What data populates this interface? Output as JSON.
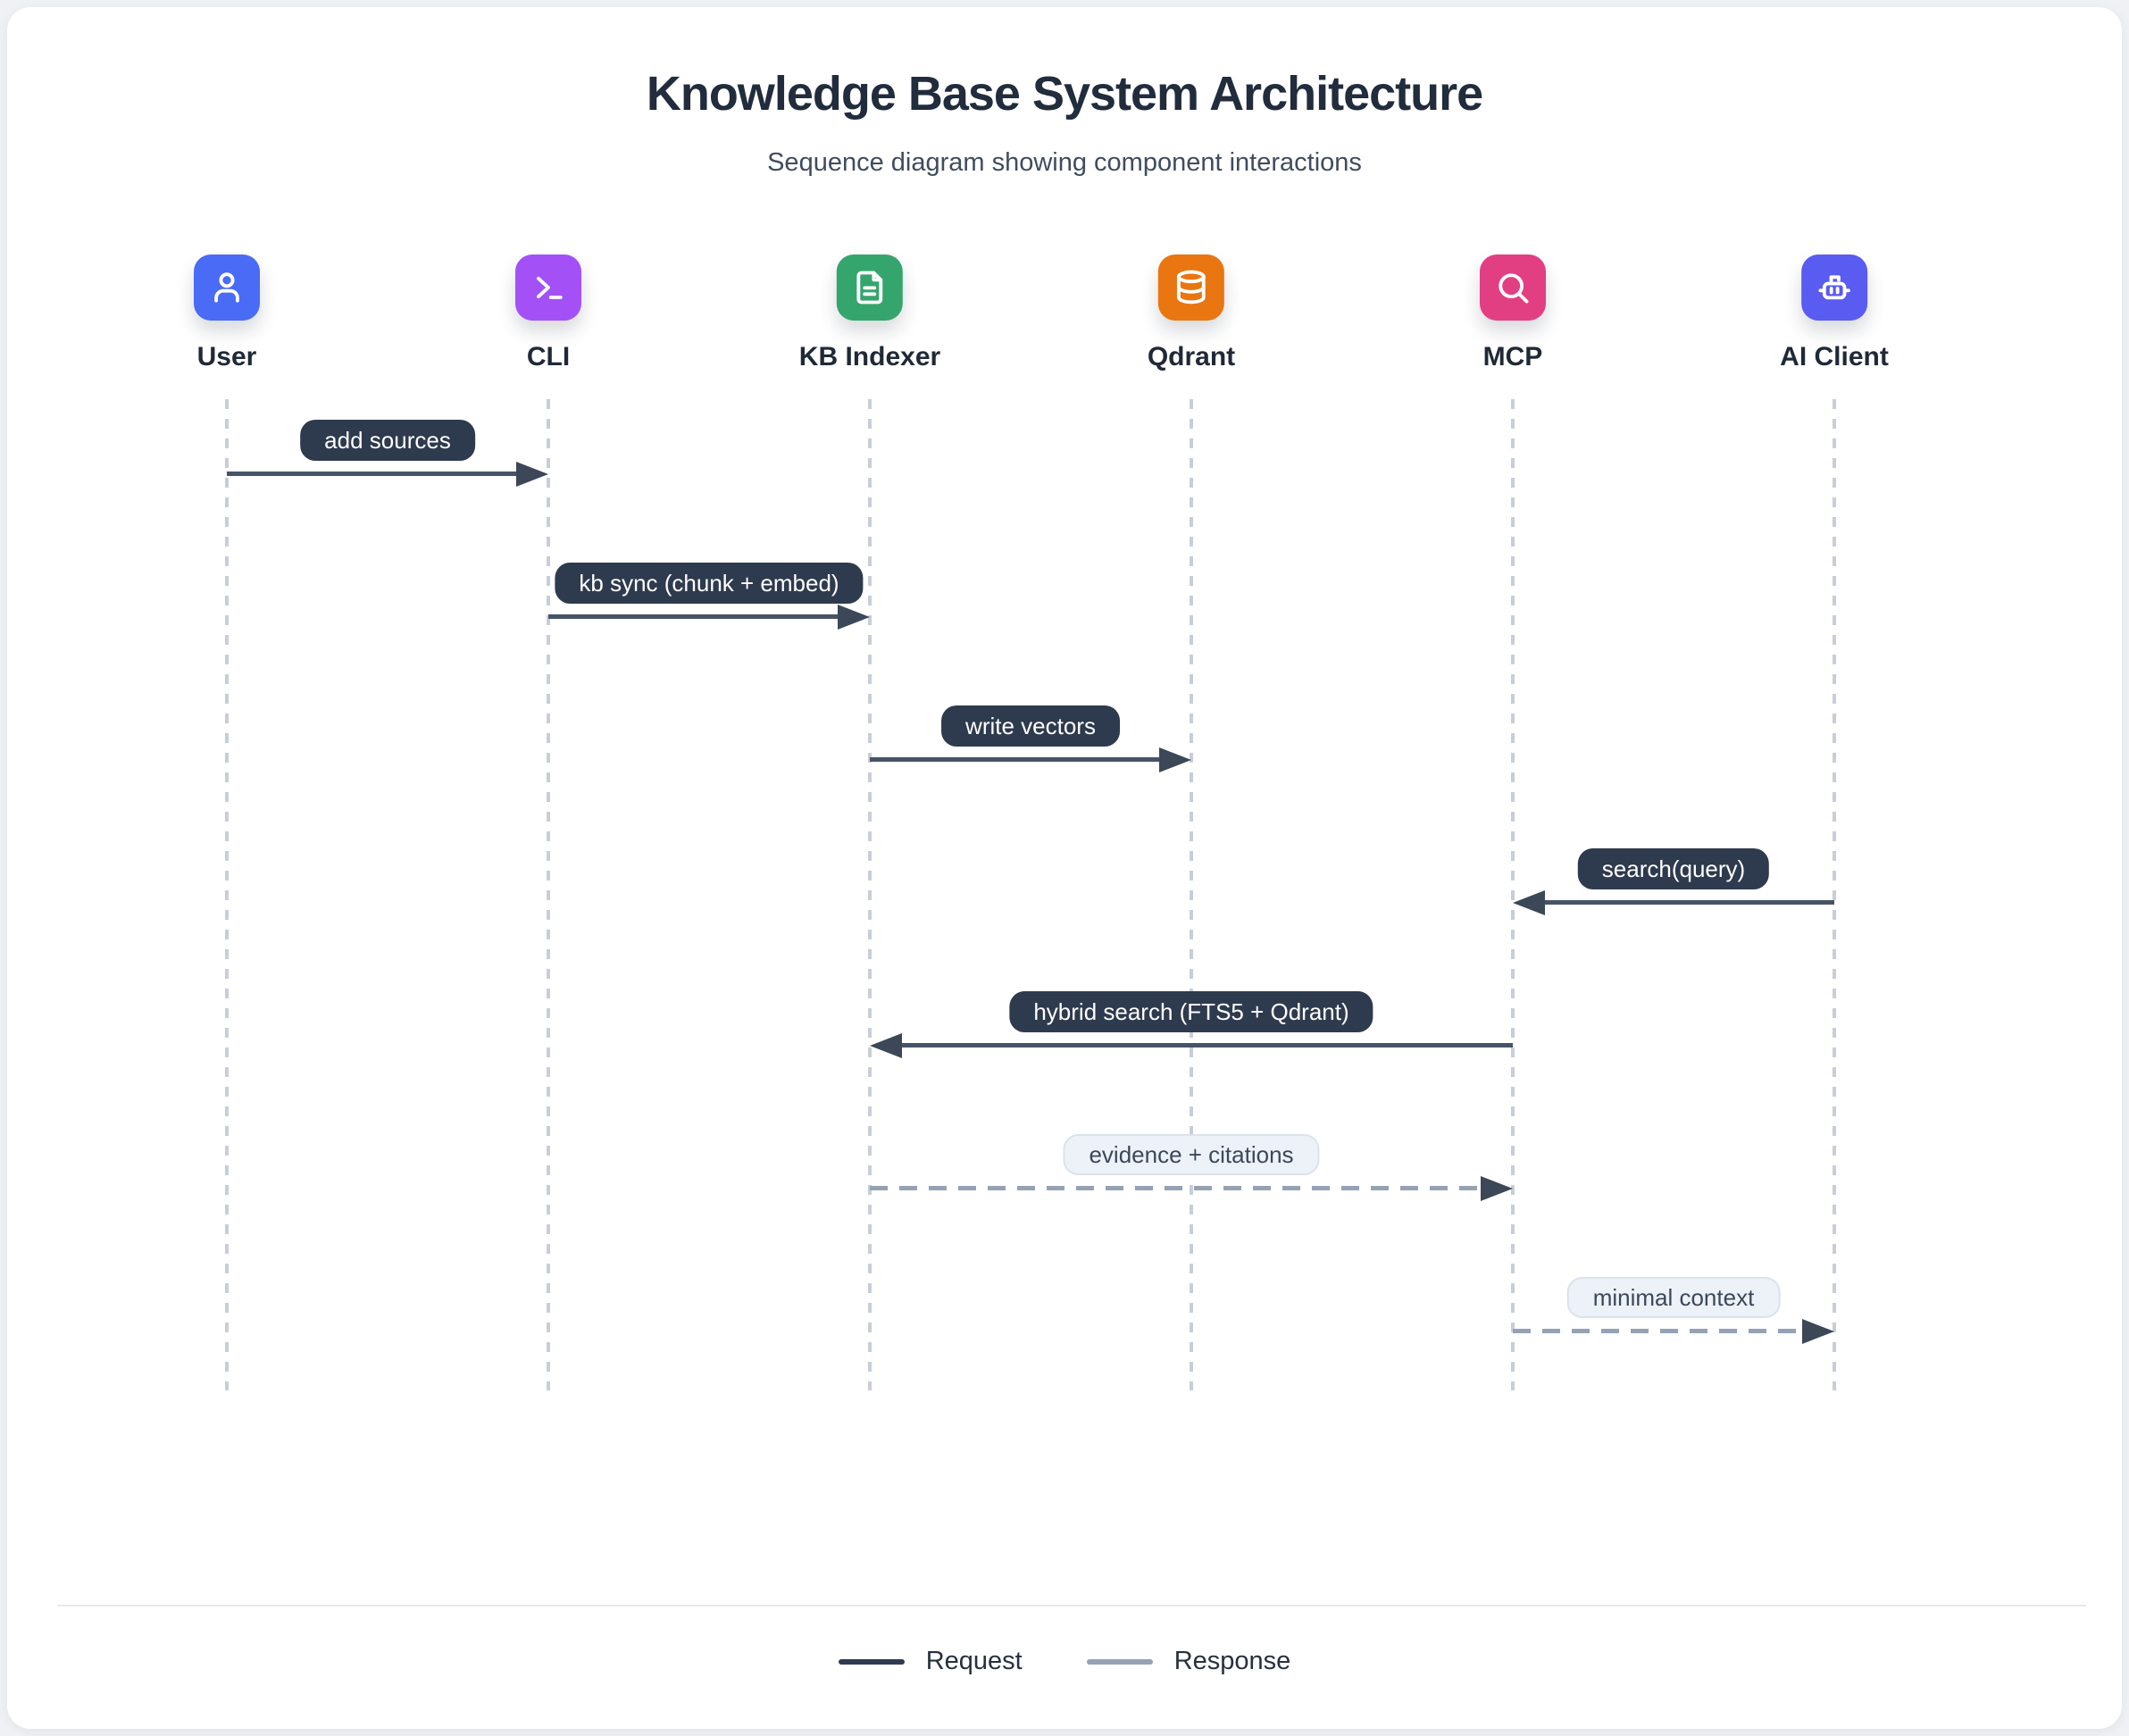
{
  "title": "Knowledge Base System Architecture",
  "subtitle": "Sequence diagram showing component interactions",
  "actors": [
    {
      "name": "User",
      "icon": "user-icon",
      "color": "#4a6bf6"
    },
    {
      "name": "CLI",
      "icon": "terminal-icon",
      "color": "#a351f7"
    },
    {
      "name": "KB Indexer",
      "icon": "document-icon",
      "color": "#35a56e"
    },
    {
      "name": "Qdrant",
      "icon": "database-icon",
      "color": "#e97611"
    },
    {
      "name": "MCP",
      "icon": "search-icon",
      "color": "#e23f82"
    },
    {
      "name": "AI Client",
      "icon": "robot-icon",
      "color": "#5a5bf1"
    }
  ],
  "messages": [
    {
      "label": "add sources",
      "from": "User",
      "to": "CLI",
      "type": "request"
    },
    {
      "label": "kb sync (chunk + embed)",
      "from": "CLI",
      "to": "KB Indexer",
      "type": "request"
    },
    {
      "label": "write vectors",
      "from": "KB Indexer",
      "to": "Qdrant",
      "type": "request"
    },
    {
      "label": "search(query)",
      "from": "AI Client",
      "to": "MCP",
      "type": "request"
    },
    {
      "label": "hybrid search (FTS5 + Qdrant)",
      "from": "MCP",
      "to": "KB Indexer",
      "type": "request"
    },
    {
      "label": "evidence + citations",
      "from": "KB Indexer",
      "to": "MCP",
      "type": "response"
    },
    {
      "label": "minimal context",
      "from": "MCP",
      "to": "AI Client",
      "type": "response"
    }
  ],
  "legend": [
    {
      "label": "Request",
      "type": "request"
    },
    {
      "label": "Response",
      "type": "response"
    }
  ],
  "colors": {
    "request_line": "#475366",
    "response_line": "#95a2b4",
    "request_pill_bg": "#2e3a4e",
    "response_pill_bg": "#edf1f8",
    "arrowhead": "#3c4758",
    "lifeline": "#c7ced9",
    "title_text": "#212c3d"
  }
}
